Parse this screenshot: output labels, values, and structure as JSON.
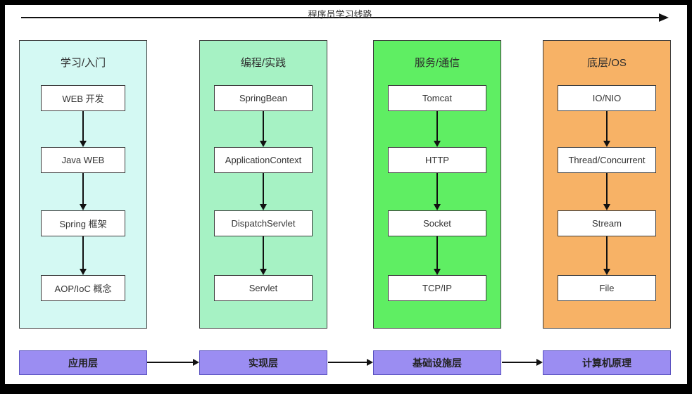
{
  "header": {
    "title": "程序员学习线路"
  },
  "columns": [
    {
      "title": "学习/入门",
      "color": "#d4f9f3",
      "items": [
        "WEB 开发",
        "Java WEB",
        "Spring 框架",
        "AOP/IoC 概念"
      ]
    },
    {
      "title": "编程/实践",
      "color": "#a6f2c4",
      "items": [
        "SpringBean",
        "ApplicationContext",
        "DispatchServlet",
        "Servlet"
      ]
    },
    {
      "title": "服务/通信",
      "color": "#5fee63",
      "items": [
        "Tomcat",
        "HTTP",
        "Socket",
        "TCP/IP"
      ]
    },
    {
      "title": "底层/OS",
      "color": "#f7b266",
      "items": [
        "IO/NIO",
        "Thread/Concurrent",
        "Stream",
        "File"
      ]
    }
  ],
  "footer": {
    "color": "#9b8df2",
    "layers": [
      "应用层",
      "实现层",
      "基础设施层",
      "计算机原理"
    ]
  }
}
